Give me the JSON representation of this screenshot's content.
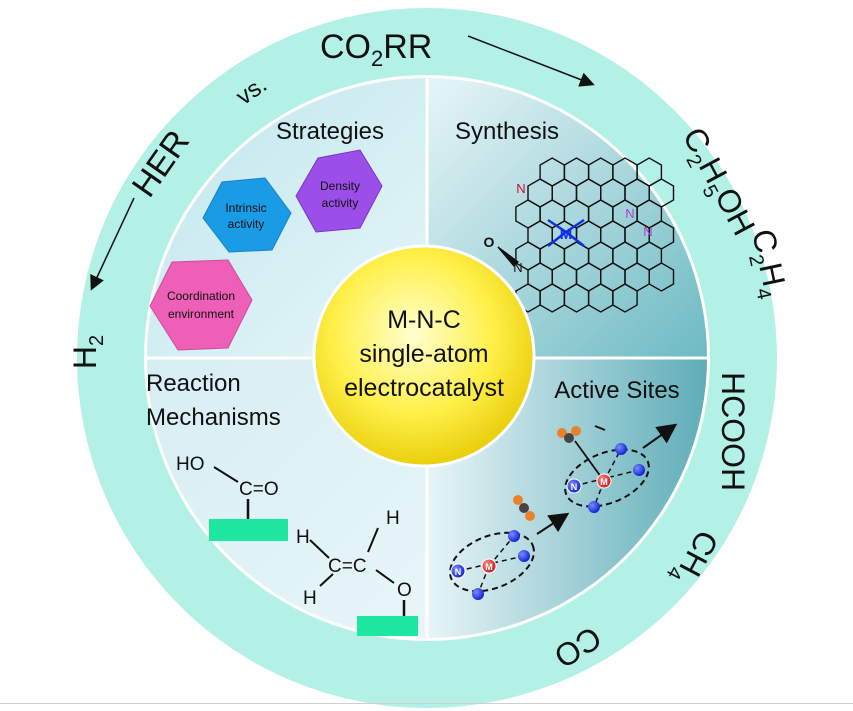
{
  "center": {
    "line1": "M-N-C",
    "line2": "single-atom",
    "line3": "electrocatalyst"
  },
  "quadrants": {
    "strategies": {
      "title": "Strategies",
      "intrinsic_line1": "Intrinsic",
      "intrinsic_line2": "activity",
      "density_line1": "Density",
      "density_line2": "activity",
      "coordination_line1": "Coordination",
      "coordination_line2": "environment"
    },
    "synthesis": {
      "title": "Synthesis",
      "atom_m": "M",
      "atom_n": "N",
      "atom_o": "O"
    },
    "mechanisms": {
      "title_line1": "Reaction",
      "title_line2": "Mechanisms",
      "ho": "HO",
      "co": "C=O",
      "h": "H",
      "cc": "C=C",
      "o": "O"
    },
    "active_sites": {
      "title": "Active Sites",
      "atom_n": "N",
      "atom_m": "M"
    }
  },
  "ring": {
    "co2rr": "CO",
    "co2rr_sub": "2",
    "co2rr_tail": "RR",
    "vs": "vs.",
    "her": "HER",
    "h2": "H",
    "h2_sub": "2",
    "ethanol": [
      "C",
      "2",
      "H",
      "5",
      "OH"
    ],
    "ethylene": [
      "C",
      "2",
      "H",
      "4"
    ],
    "formic": "HCOOH",
    "methane": [
      "CH",
      "4"
    ],
    "co": "CO"
  },
  "colors": {
    "ring": "#b3f0e6",
    "center": "#ffeb3b",
    "intrinsic": "#1a9be6",
    "density": "#9b4fe8",
    "coordination": "#ee5fb8",
    "pad": "#1ee8a0",
    "atom_n": "#1030e0",
    "atom_m": "#e02020"
  }
}
